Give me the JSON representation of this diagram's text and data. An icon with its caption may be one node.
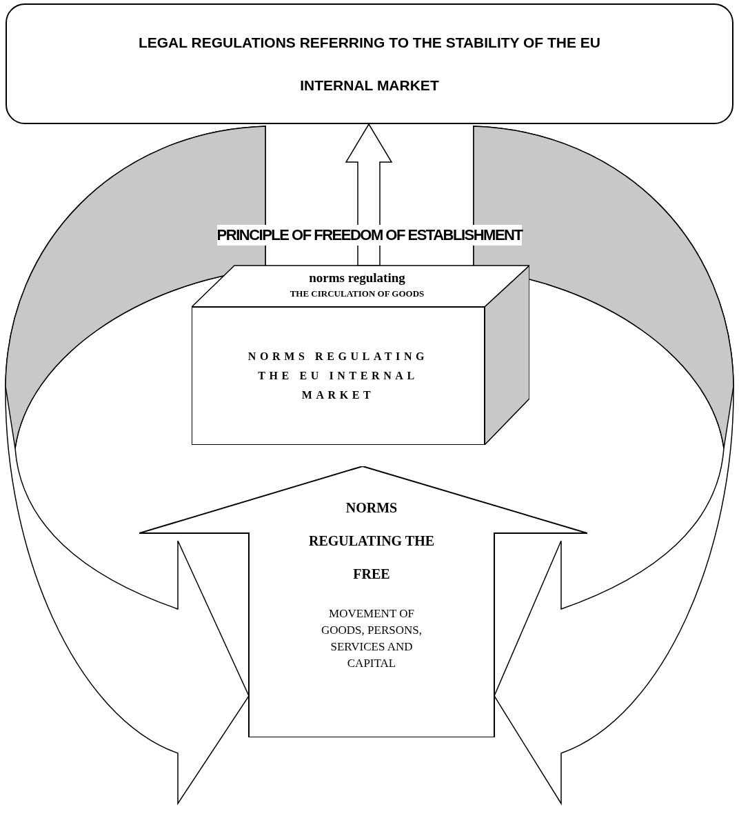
{
  "diagram": {
    "nodes": [
      {
        "text": [
          "LEGAL REGULATIONS REFERRING TO THE STABILITY OF THE EU INTERNAL MARKET"
        ]
      },
      {
        "text": [
          "norms regulating",
          "THE CIRCULATION OF GOODS",
          "NORMS REGULATING THE EU INTERNAL MARKET"
        ]
      },
      {
        "text": [
          "NORMS REGULATING THE FREE",
          "MOVEMENT OF GOODS, PERSONS, SERVICES AND CAPITAL"
        ]
      }
    ],
    "edges": [
      {
        "from": 1,
        "to": 0,
        "arrow": "to",
        "style": "thick"
      },
      {
        "from": 0,
        "to": 2,
        "arrow": "to",
        "style": "thick"
      },
      {
        "from": 0,
        "to": 2,
        "arrow": "to",
        "style": "thick"
      }
    ],
    "labels": [
      "PRINCIPLE OF FREEDOM OF ESTABLISHMENT"
    ]
  }
}
